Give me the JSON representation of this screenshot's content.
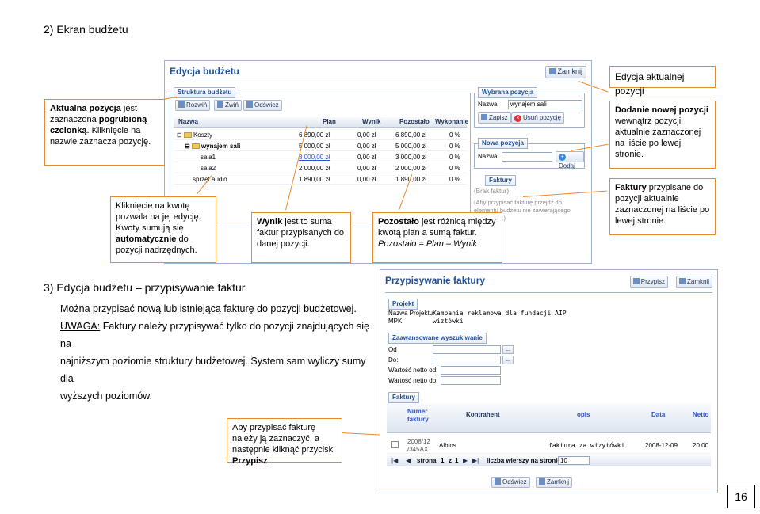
{
  "headings": {
    "section2": "2)  Ekran budżetu",
    "section3": "3)   Edycja budżetu – przypisywanie faktur"
  },
  "notes": {
    "current_position": {
      "p1_bold": "Aktualna pozycja",
      "p1_rest": " jest zaznaczona ",
      "p2_bold": "pogrubioną czcionką",
      "p2_rest": ". Kliknięcie na nazwie zaznacza pozycję."
    },
    "amount_click": {
      "p1": "Kliknięcie na kwotę pozwala na jej edycję. Kwoty sumują się ",
      "p1_bold": "automatycznie",
      "p1_rest": " do pozycji nadrzędnych."
    },
    "wynik": {
      "bold": "Wynik",
      "rest": " jest to suma faktur przypisanych do danej pozycji."
    },
    "pozostalo": {
      "bold": "Pozostało",
      "rest": " jest różnicą między kwotą plan a sumą faktur.",
      "formula": "Pozostało = Plan – Wynik"
    },
    "edit_current": "Edycja aktualnej pozycji",
    "add_new": {
      "bold": "Dodanie nowej pozycji",
      "rest": " wewnątrz pozycji aktualnie zaznaczonej na liście po lewej stronie."
    },
    "invoices": {
      "bold": "Faktury",
      "rest": " przypisane do pozycji aktualnie zaznaczonej na liście po lewej stronie."
    },
    "assign": {
      "p1": "Aby przypisać fakturę należy ją zaznaczyć, a następnie kliknąć przycisk ",
      "bold": "Przypisz"
    }
  },
  "body_text": {
    "line1": "Można przypisać nową lub istniejącą fakturę do pozycji budżetowej.",
    "uwaga": "UWAGA:",
    "line2_rest": " Faktury należy przypisywać tylko do pozycji znajdujących się na",
    "line3": "najniższym poziomie struktury budżetowej. System sam wyliczy sumy dla",
    "line4": "wyższych poziomów."
  },
  "shot1": {
    "title": "Edycja budżetu",
    "close": "Zamknij",
    "structure_label": "Struktura budżetu",
    "toolbar": [
      "Rozwiń",
      "Zwiń",
      "Odśwież"
    ],
    "columns": [
      "Nazwa",
      "Plan",
      "Wynik",
      "Pozostało",
      "Wykonanie"
    ],
    "rows": [
      {
        "name": "Koszty",
        "plan": "6 890,00 zł",
        "wynik": "0,00 zł",
        "poz": "6 890,00 zł",
        "wyk": "0 %"
      },
      {
        "name": "wynajem sali",
        "plan": "5 000,00 zł",
        "wynik": "0,00 zł",
        "poz": "5 000,00 zł",
        "wyk": "0 %"
      },
      {
        "name": "sala1",
        "plan": "3 000,00 zł",
        "wynik": "0,00 zł",
        "poz": "3 000,00 zł",
        "wyk": "0 %"
      },
      {
        "name": "sala2",
        "plan": "2 000,00 zł",
        "wynik": "0,00 zł",
        "poz": "2 000,00 zł",
        "wyk": "0 %"
      },
      {
        "name": "sprzęt audio",
        "plan": "1 890,00 zł",
        "wynik": "0,00 zł",
        "poz": "1 890,00 zł",
        "wyk": "0 %"
      }
    ],
    "selected_label": "Wybrana pozycja",
    "name_label": "Nazwa:",
    "name_value": "wynajem sali",
    "save": "Zapisz",
    "delete": "Usuń pozycję",
    "new_label": "Nowa pozycja",
    "new_name_label": "Nazwa:",
    "add": "Dodaj",
    "invoices_label": "Faktury",
    "no_invoices": "(Brak faktur)",
    "hint": "(Aby przypisać fakturę przejdź do elementu budżetu nie zawierającego podpozycji.)"
  },
  "shot2": {
    "title": "Przypisywanie faktury",
    "assign_btn": "Przypisz",
    "close_btn": "Zamknij",
    "project_label": "Projekt",
    "project_name_label": "Nazwa Projektu:",
    "project_name_value": "Kampania reklamowa dla fundacji AIP",
    "mpk_label": "MPK:",
    "mpk_value": "wiztówki",
    "advanced_label": "Zaawansowane wyszukiwanie",
    "od": "Od",
    "do": "Do:",
    "amount_from": "Wartość netto od:",
    "amount_to": "Wartość netto do:",
    "dots": "...",
    "invoices_label": "Faktury",
    "columns": [
      "Numer faktury",
      "Kontrahent",
      "opis",
      "Data",
      "Netto"
    ],
    "row": {
      "number": "2008/12 /345AX",
      "contractor": "Albios",
      "desc": "faktura za wizytówki",
      "date": "2008-12-09",
      "net": "20.00"
    },
    "pager": {
      "page": "strona",
      "current": "1",
      "of": "z",
      "total": "1",
      "rows_label": "liczba wierszy na stronie:",
      "rows_value": "10"
    },
    "refresh": "Odśwież",
    "cancel": "Zamknij"
  },
  "page_number": "16"
}
